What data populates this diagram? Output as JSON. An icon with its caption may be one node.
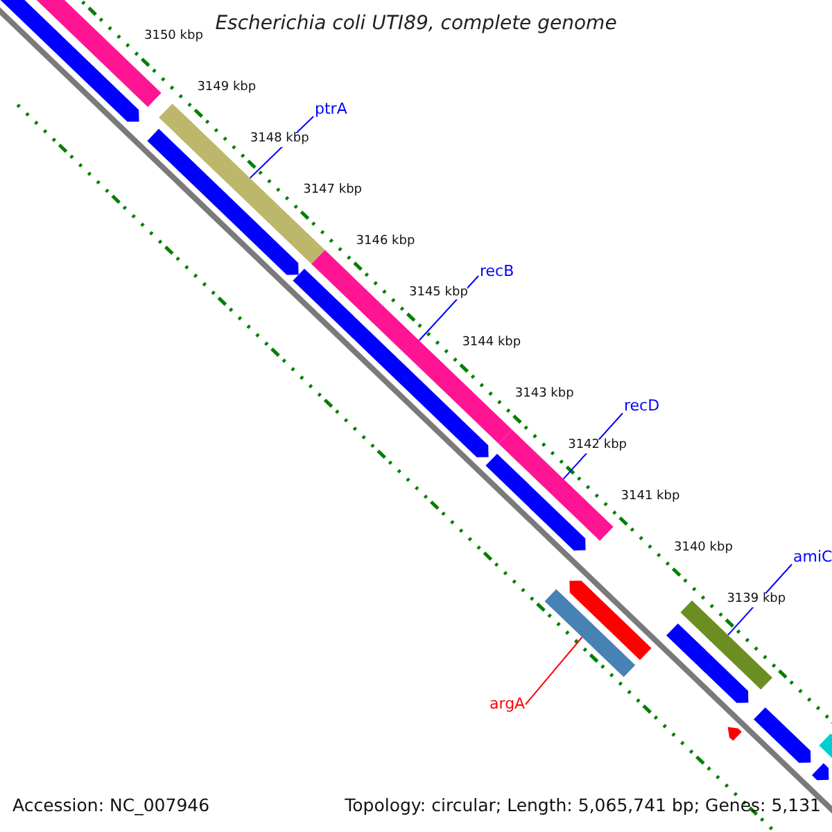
{
  "diagram": {
    "title": "Escherichia coli UTI89, complete genome",
    "nodes": [
      {
        "text": [],
        "shape": "bar"
      },
      {
        "text": [],
        "shape": "arrow"
      },
      {
        "text": [
          "ptrA"
        ]
      },
      {
        "text": [],
        "shape": "bar"
      },
      {
        "text": [],
        "shape": "arrow"
      },
      {
        "text": [
          "recB"
        ]
      },
      {
        "text": [],
        "shape": "bar"
      },
      {
        "text": [],
        "shape": "arrow"
      },
      {
        "text": [
          "recD"
        ]
      },
      {
        "text": [],
        "shape": "bar"
      },
      {
        "text": [],
        "shape": "arrow"
      },
      {
        "text": [],
        "shape": "arrow"
      },
      {
        "text": [
          "argA"
        ]
      },
      {
        "text": [],
        "shape": "bar"
      },
      {
        "text": [
          "amiC"
        ]
      },
      {
        "text": [],
        "shape": "bar"
      },
      {
        "text": [],
        "shape": "arrow"
      },
      {
        "text": [],
        "shape": "arrow"
      },
      {
        "text": [],
        "shape": "arrow"
      },
      {
        "text": [],
        "shape": "bar"
      },
      {
        "text": [],
        "shape": "arrow"
      }
    ],
    "edges": [
      {
        "from": 2,
        "to": 3,
        "arrow": "none"
      },
      {
        "from": 5,
        "to": 6,
        "arrow": "none"
      },
      {
        "from": 8,
        "to": 9,
        "arrow": "none"
      },
      {
        "from": 14,
        "to": 15,
        "arrow": "none"
      },
      {
        "from": 12,
        "to": 13,
        "arrow": "none",
        "color": "#ff0000"
      }
    ],
    "labels": [
      "3150 kbp",
      "3149 kbp",
      "3148 kbp",
      "3147 kbp",
      "3146 kbp",
      "3145 kbp",
      "3144 kbp",
      "3143 kbp",
      "3142 kbp",
      "3141 kbp",
      "3140 kbp",
      "3139 kbp",
      "Accession: NC_007946",
      "Topology: circular; Length: 5,065,741 bp; Genes: 5,131"
    ]
  }
}
